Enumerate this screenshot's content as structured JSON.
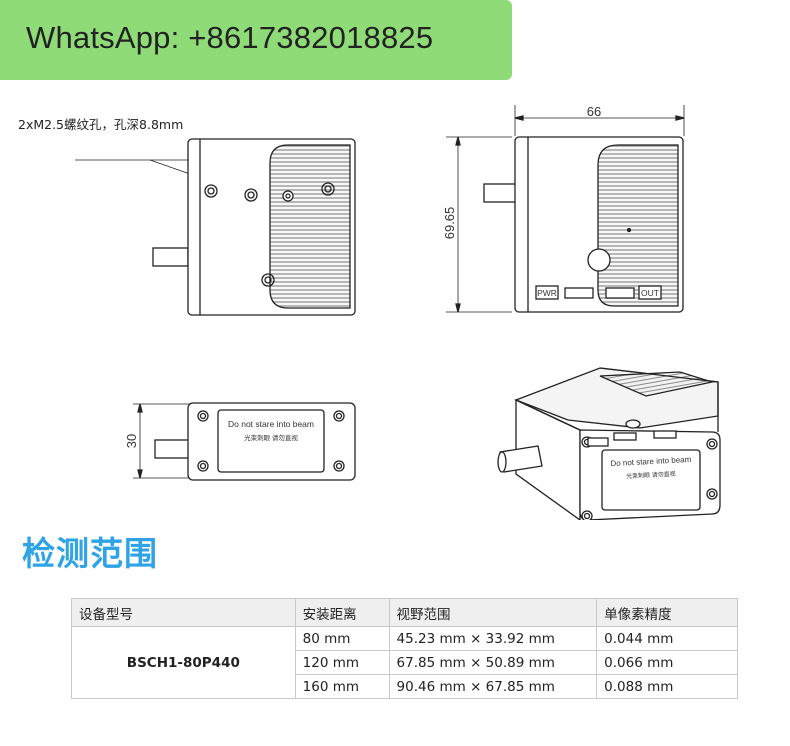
{
  "banner": {
    "text": "WhatsApp: +8617382018825"
  },
  "drawing": {
    "note": "2xM2.5螺纹孔，孔深8.8mm",
    "dim_width": "66",
    "dim_height": "69.65",
    "dim_depth": "30",
    "label_pwr": "PWR",
    "label_out": "OUT",
    "warning_en": "Do not stare into beam",
    "warning_cn": "光束刺眼  请勿直视"
  },
  "section": {
    "title": "检测范围"
  },
  "table": {
    "headers": [
      "设备型号",
      "安装距离",
      "视野范围",
      "单像素精度"
    ],
    "model": "BSCH1-80P440",
    "rows": [
      {
        "distance": "80 mm",
        "fov": "45.23 mm × 33.92 mm",
        "precision": "0.044 mm"
      },
      {
        "distance": "120 mm",
        "fov": "67.85 mm × 50.89 mm",
        "precision": "0.066 mm"
      },
      {
        "distance": "160 mm",
        "fov": "90.46 mm × 67.85 mm",
        "precision": "0.088 mm"
      }
    ]
  }
}
